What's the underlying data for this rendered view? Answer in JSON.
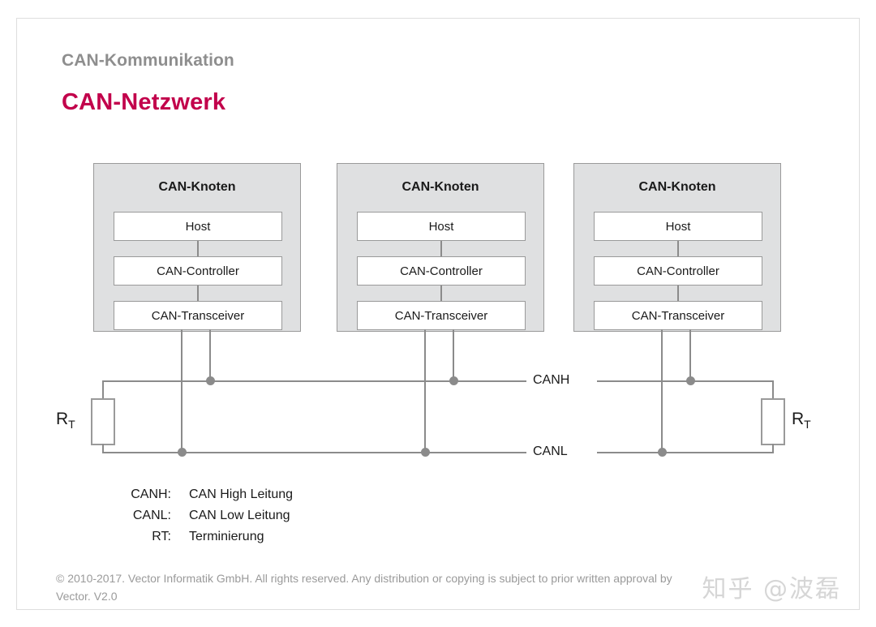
{
  "slide": {
    "kicker": "CAN-Kommunikation",
    "title": "CAN-Netzwerk",
    "accent_color": "#c2004b",
    "kicker_color": "#8e8e8e",
    "node_fill": "#dfe0e1",
    "wire_color": "#8b8b8b",
    "border_color": "#9a9a9a"
  },
  "nodes": [
    {
      "title": "CAN-Knoten",
      "layers": [
        "Host",
        "CAN-Controller",
        "CAN-Transceiver"
      ]
    },
    {
      "title": "CAN-Knoten",
      "layers": [
        "Host",
        "CAN-Controller",
        "CAN-Transceiver"
      ]
    },
    {
      "title": "CAN-Knoten",
      "layers": [
        "Host",
        "CAN-Controller",
        "CAN-Transceiver"
      ]
    }
  ],
  "bus": {
    "canh_label": "CANH",
    "canl_label": "CANL"
  },
  "termination": {
    "left_label": "R",
    "left_sub": "T",
    "right_label": "R",
    "right_sub": "T"
  },
  "legend": [
    {
      "key": "CANH:",
      "value": "CAN High Leitung"
    },
    {
      "key": "CANL:",
      "value": "CAN Low Leitung"
    },
    {
      "key": "RT:",
      "value": "Terminierung"
    }
  ],
  "footer": {
    "line1": "© 2010-2017. Vector Informatik GmbH. All rights reserved. Any distribution or copying is subject to prior written approval by",
    "line2": "Vector. V2.0"
  },
  "watermark": {
    "text": "知乎 @波磊"
  }
}
